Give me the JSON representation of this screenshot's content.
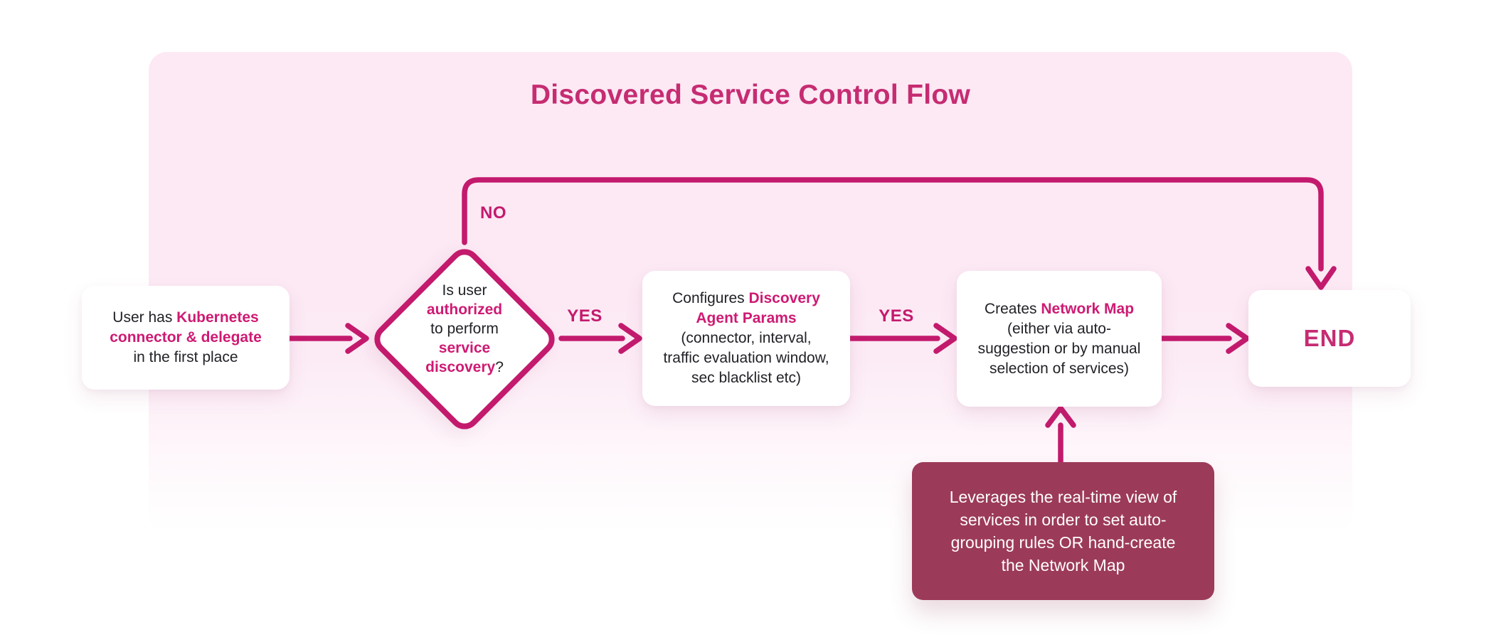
{
  "title": "Discovered Service Control Flow",
  "colors": {
    "accent_line": "#c31a6d",
    "title_text": "#c62c72",
    "highlight_text": "#ce1a73",
    "background_pink": "#fce9f4",
    "note_background": "#9c3a59",
    "note_text": "#ffffff",
    "node_background": "#ffffff",
    "body_text": "#212227"
  },
  "nodes": {
    "start": {
      "line1_pre": "User has ",
      "line1_hl": "Kubernetes",
      "line2_hl": "connector & delegate",
      "line3": "in the first place"
    },
    "decision": {
      "line1": "Is user",
      "line2_hl": "authorized",
      "line3": "to perform",
      "line4_hl": "service discovery",
      "line4_post": "?"
    },
    "configure": {
      "line1_pre": "Configures ",
      "line1_hl": "Discovery",
      "line2_hl": "Agent Params",
      "line3": "(connector, interval,",
      "line4": "traffic evaluation window,",
      "line5": "sec blacklist etc)"
    },
    "create": {
      "line1_pre": "Creates ",
      "line1_hl": "Network Map",
      "line2": "(either via auto-",
      "line3": "suggestion or by manual",
      "line4": "selection of services)"
    },
    "end": {
      "label": "END"
    },
    "note": {
      "line1": "Leverages the real-time view of",
      "line2": "services in order to set auto-",
      "line3": "grouping rules OR hand-create",
      "line4": "the Network Map"
    }
  },
  "edges": {
    "no_label": "NO",
    "yes1_label": "YES",
    "yes2_label": "YES"
  }
}
